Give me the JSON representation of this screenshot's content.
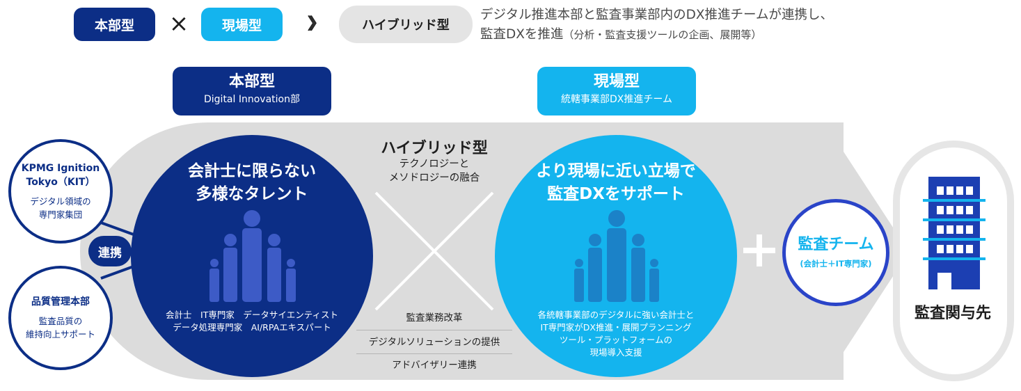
{
  "legend": {
    "honbu": "本部型",
    "times": "×",
    "genba": "現場型",
    "arrows": "〉〉〉",
    "hybrid": "ハイブリッド型",
    "desc_line1": "デジタル推進本部と監査事業部内のDX推進チームが連携し、",
    "desc_line2_main": "監査DXを推進",
    "desc_line2_paren": "（分析・監査支援ツールの企画、展開等）"
  },
  "honbu_tab": {
    "title": "本部型",
    "subtitle": "Digital Innovation部"
  },
  "genba_tab": {
    "title": "現場型",
    "subtitle": "統轄事業部DX推進チーム"
  },
  "kit": {
    "title_line1": "KPMG Ignition",
    "title_line2": "Tokyo（KIT）",
    "sub_line1": "デジタル領域の",
    "sub_line2": "専門家集団"
  },
  "renkei": "連携",
  "quality": {
    "title": "品質管理本部",
    "sub_line1": "監査品質の",
    "sub_line2": "維持向上サポート"
  },
  "honbu_circle": {
    "msg_line1": "会計士に限らない",
    "msg_line2": "多様なタレント",
    "talent_line1": "会計士　IT専門家　データサイエンティスト",
    "talent_line2": "データ処理専門家　AI/RPAエキスパート"
  },
  "hybrid": {
    "title": "ハイブリッド型",
    "sub_line1": "テクノロジーと",
    "sub_line2": "メソドロジーの融合",
    "items": [
      "監査業務改革",
      "デジタルソリューションの提供",
      "アドバイザリー連携"
    ]
  },
  "genba_circle": {
    "msg_line1": "より現場に近い立場で",
    "msg_line2": "監査DXをサポート",
    "desc_line1": "各統轄事業部のデジタルに強い会計士と",
    "desc_line2": "IT専門家がDX推進・展開プランニング",
    "desc_line3": "ツール・プラットフォームの",
    "desc_line4": "現場導入支援"
  },
  "plus": "＋",
  "team": {
    "title": "監査チーム",
    "subtitle": "(会計士＋IT専門家)"
  },
  "client": {
    "label": "監査関与先"
  },
  "colors": {
    "navy": "#0c2e86",
    "sky": "#14b4ee",
    "band_gray": "#dcdcdc",
    "team_border": "#2a44c8",
    "people_navy": "#3d5bc6",
    "people_sky": "#1b82c8"
  }
}
